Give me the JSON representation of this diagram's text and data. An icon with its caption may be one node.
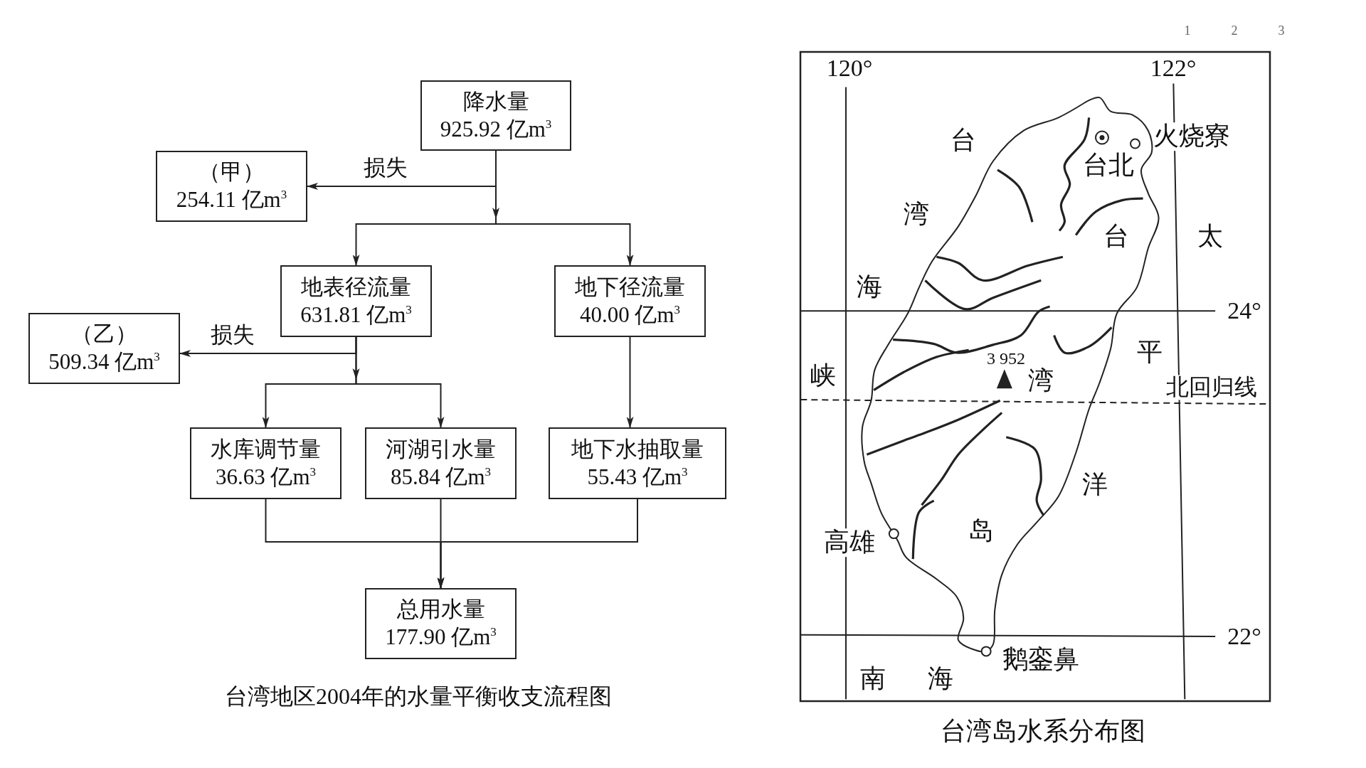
{
  "diagram": {
    "nodes": [
      {
        "text": [
          "降水量",
          "925.92 亿m$^{3}$"
        ]
      },
      {
        "text": [
          "（甲）",
          "254.11 亿m$^{3}$"
        ]
      },
      {
        "text": [
          "地表径流量",
          "631.81 亿m$^{3}$"
        ]
      },
      {
        "text": [
          "地下径流量",
          "40.00 亿m$^{3}$"
        ]
      },
      {
        "text": [
          "（乙）",
          "509.34 亿m$^{3}$"
        ]
      },
      {
        "text": [
          "水库调节量",
          "36.63 亿m$^{3}$"
        ]
      },
      {
        "text": [
          "河湖引水量",
          "85.84 亿m$^{3}$"
        ]
      },
      {
        "text": [
          "地下水抽取量",
          "55.43 亿m$^{3}$"
        ]
      },
      {
        "text": [
          "总用水量",
          "177.90 亿m$^{3}$"
        ]
      }
    ],
    "edges": [
      {
        "from": 0,
        "to": 1,
        "arrow": "to",
        "label": "损失"
      },
      {
        "from": 0,
        "to": 2,
        "arrow": "to"
      },
      {
        "from": 0,
        "to": 3,
        "arrow": "to"
      },
      {
        "from": 2,
        "to": 4,
        "arrow": "to",
        "label": "损失"
      },
      {
        "from": 2,
        "to": 5,
        "arrow": "to"
      },
      {
        "from": 2,
        "to": 6,
        "arrow": "to"
      },
      {
        "from": 3,
        "to": 7,
        "arrow": "to"
      },
      {
        "from": 5,
        "to": 8,
        "arrow": "to"
      },
      {
        "from": 6,
        "to": 8,
        "arrow": "to"
      },
      {
        "from": 7,
        "to": 8,
        "arrow": "to"
      }
    ],
    "labels": [
      "1",
      "2",
      "3",
      "120°",
      "122°",
      "台",
      "火烧寮",
      "台北",
      "湾",
      "台",
      "太",
      "海",
      "24°",
      "平",
      "3 952",
      "峡",
      "湾",
      "北回归线",
      "洋",
      "高雄",
      "岛",
      "22°",
      "鹅銮鼻",
      "南",
      "海",
      "台湾地区2004年的水量平衡收支流程图",
      "台湾岛水系分布图"
    ]
  }
}
